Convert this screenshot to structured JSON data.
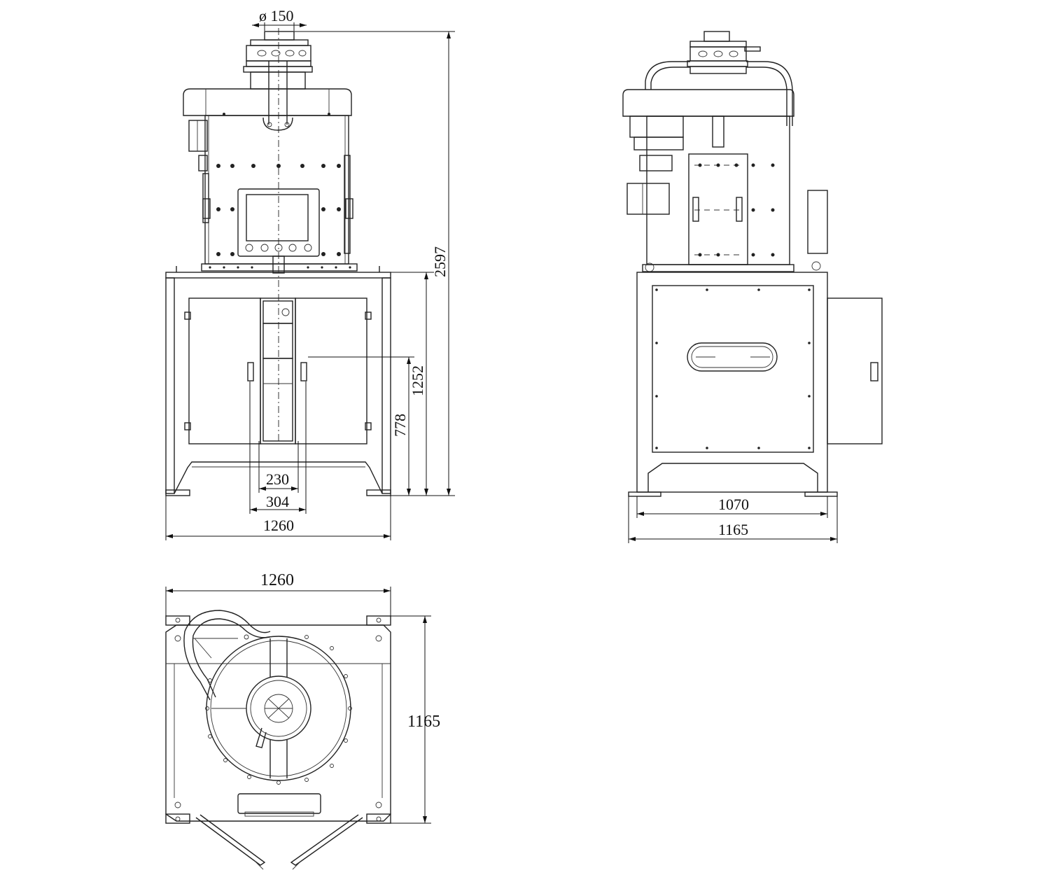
{
  "front_view": {
    "dims": {
      "inlet_diameter": "ø 150",
      "total_height": "2597",
      "frame_height": "1252",
      "outlet_height": "778",
      "outlet_inner_width": "230",
      "outlet_outer_width": "304",
      "frame_width": "1260"
    }
  },
  "side_view": {
    "dims": {
      "base_width": "1070",
      "overall_width": "1165"
    }
  },
  "top_view": {
    "dims": {
      "width": "1260",
      "depth": "1165"
    }
  }
}
